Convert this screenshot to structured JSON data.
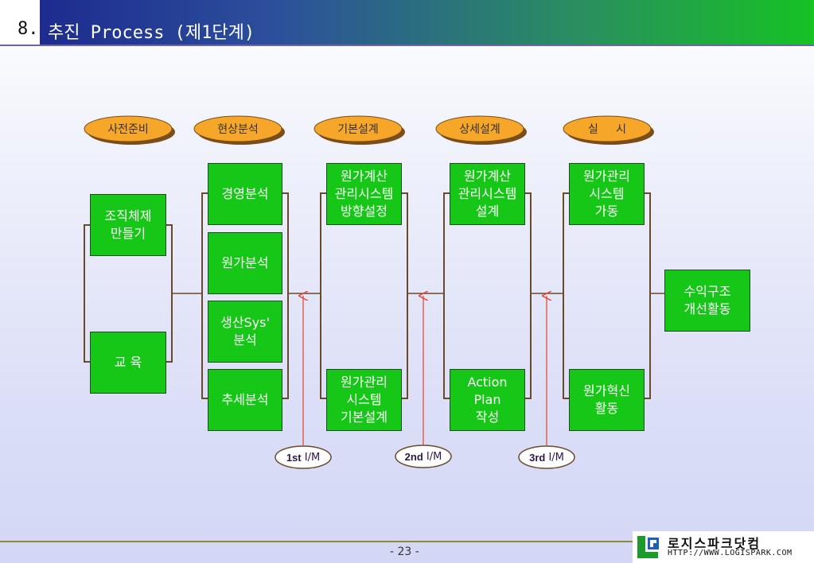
{
  "header": {
    "section_number": "8.",
    "title": "추진 Process (제1단계)"
  },
  "phases": [
    {
      "label": "사전준비"
    },
    {
      "label": "현상분석"
    },
    {
      "label": "기본설계"
    },
    {
      "label": "상세설계"
    },
    {
      "label": "실     시"
    }
  ],
  "boxes": {
    "prep_org": "조직체제\n만들기",
    "prep_edu": "교   육",
    "analysis_mgmt": "경영분석",
    "analysis_cost": "원가분석",
    "analysis_prod": "생산Sys'\n분석",
    "analysis_trend": "추세분석",
    "basic_direction": "원가계산\n관리시스템\n방향설정",
    "basic_system": "원가관리\n시스템\n기본설계",
    "detail_design": "원가계산\n관리시스템\n설계",
    "detail_action": "Action\nPlan\n작성",
    "exec_operate": "원가관리\n시스템\n가동",
    "exec_innovate": "원가혁신\n활동",
    "result": "수익구조\n개선활동"
  },
  "milestones": [
    {
      "ordinal": "1st",
      "suffix": " I/M"
    },
    {
      "ordinal": "2nd",
      "suffix": " I/M"
    },
    {
      "ordinal": "3rd",
      "suffix": " I/M"
    }
  ],
  "footer": {
    "page_number": "- 23 -",
    "logo_name": "로지스파크닷컴",
    "logo_url": "HTTP://WWW.LOGISPARK.COM"
  },
  "colors": {
    "box_fill": "#17c717",
    "ellipse_fill": "#f6a628",
    "bracket": "#6b4a2a",
    "arrow": "#e8402a"
  }
}
